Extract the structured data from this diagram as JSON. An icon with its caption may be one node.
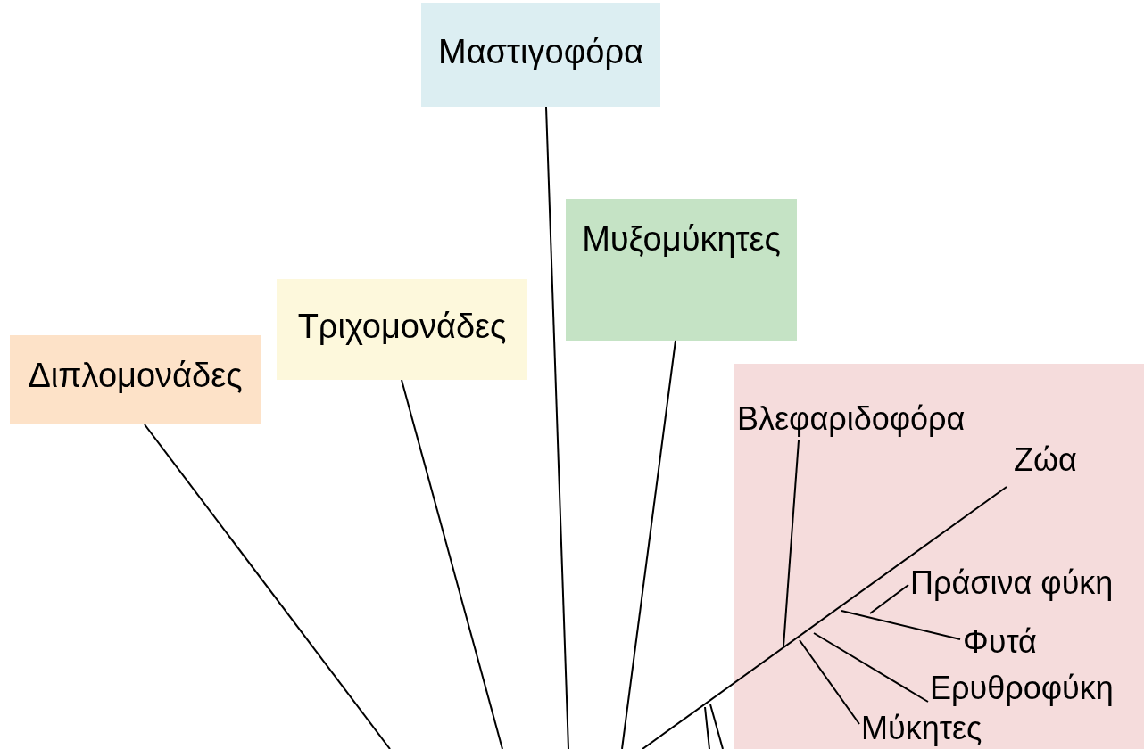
{
  "diagram": {
    "nodes": [
      {
        "text": [
          "Μαστιγοφόρα"
        ]
      },
      {
        "text": [
          "Μυξομύκητες"
        ]
      },
      {
        "text": [
          "Τριχομονάδες"
        ]
      },
      {
        "text": [
          "Διπλομονάδες"
        ]
      },
      {
        "text": [],
        "shape": "box"
      },
      {
        "text": [
          "Βλεφαριδοφόρα"
        ],
        "in": 4
      },
      {
        "text": [
          "Ζώα"
        ],
        "in": 4
      },
      {
        "text": [
          "Πράσινα φύκη"
        ],
        "in": 4
      },
      {
        "text": [
          "Φυτά"
        ],
        "in": 4
      },
      {
        "text": [
          "Ερυθροφύκη"
        ],
        "in": 4
      },
      {
        "text": [
          "Μύκητες"
        ],
        "in": 4
      }
    ],
    "edges": [
      {
        "from": 0,
        "to": null,
        "arrow": "none"
      },
      {
        "from": 1,
        "to": null,
        "arrow": "none"
      },
      {
        "from": 2,
        "to": null,
        "arrow": "none"
      },
      {
        "from": 3,
        "to": null,
        "arrow": "none"
      },
      {
        "from": 5,
        "to": null,
        "arrow": "none"
      },
      {
        "from": 6,
        "to": null,
        "arrow": "none"
      },
      {
        "from": 7,
        "to": null,
        "arrow": "none"
      },
      {
        "from": 8,
        "to": null,
        "arrow": "none"
      },
      {
        "from": 9,
        "to": null,
        "arrow": "none"
      },
      {
        "from": 10,
        "to": null,
        "arrow": "none"
      }
    ]
  }
}
